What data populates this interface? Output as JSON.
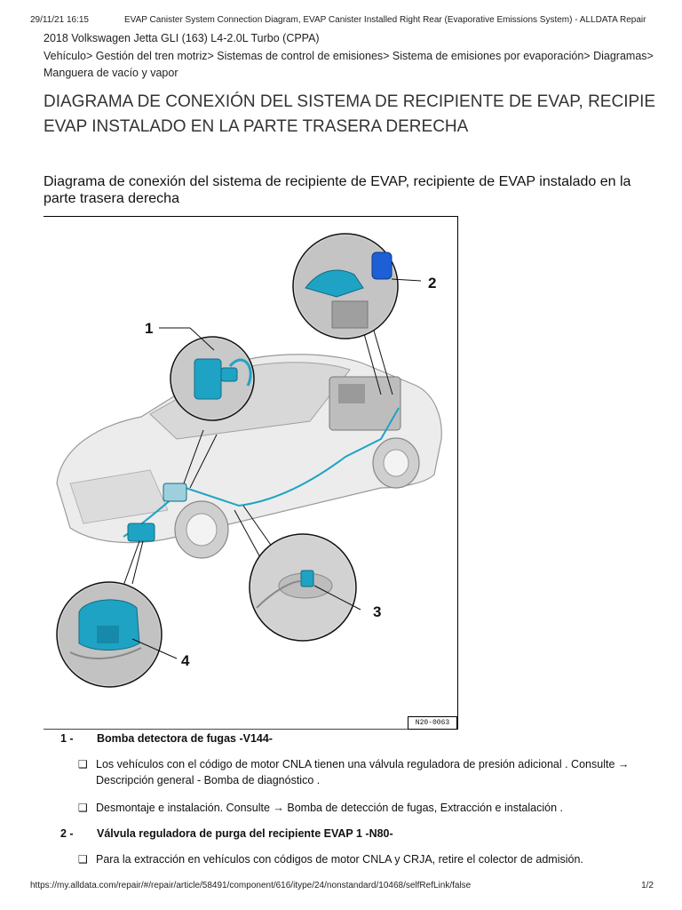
{
  "print_header": {
    "timestamp": "29/11/21 16:15",
    "title": "EVAP Canister System Connection Diagram, EVAP Canister Installed Right Rear (Evaporative Emissions System) - ALLDATA Repair"
  },
  "vehicle": "2018 Volkswagen Jetta GLI (163) L4-2.0L Turbo (CPPA)",
  "breadcrumb": "Vehículo> Gestión del tren motriz> Sistemas de control de emisiones> Sistema de emisiones por evaporación> Diagramas> Manguera de vacío y vapor",
  "main_title_line1": "DIAGRAMA DE CONEXIÓN DEL SISTEMA DE RECIPIENTE DE EVAP, RECIPIENTE DE",
  "main_title_line2": "EVAP INSTALADO EN LA PARTE TRASERA DERECHA",
  "sub_title": "Diagrama de conexión del sistema de recipiente de EVAP, recipiente de EVAP instalado en la parte trasera derecha",
  "figure": {
    "code": "N20-0063",
    "callouts": [
      "1",
      "2",
      "3",
      "4"
    ],
    "colors": {
      "component": "#1fa3c4",
      "line": "#111111",
      "car": "#e6e6e6"
    }
  },
  "items": [
    {
      "number": "1 -",
      "title": "Bomba detectora de fugas -V144-",
      "bullets": [
        "Los vehículos con el código de motor CNLA tienen una válvula reguladora de presión adicional . Consulte → Descripción general - Bomba de diagnóstico .",
        "Desmontaje e instalación. Consulte → Bomba de detección de fugas, Extracción e instalación ."
      ]
    },
    {
      "number": "2 -",
      "title": "Válvula reguladora de purga del recipiente EVAP 1 -N80-",
      "bullets": [
        "Para la extracción en vehículos con códigos de motor CNLA y CRJA, retire el colector de admisión."
      ]
    }
  ],
  "bullet_glyph": "❑",
  "print_footer": {
    "url": "https://my.alldata.com/repair/#/repair/article/58491/component/616/itype/24/nonstandard/10468/selfRefLink/false",
    "page": "1/2"
  }
}
